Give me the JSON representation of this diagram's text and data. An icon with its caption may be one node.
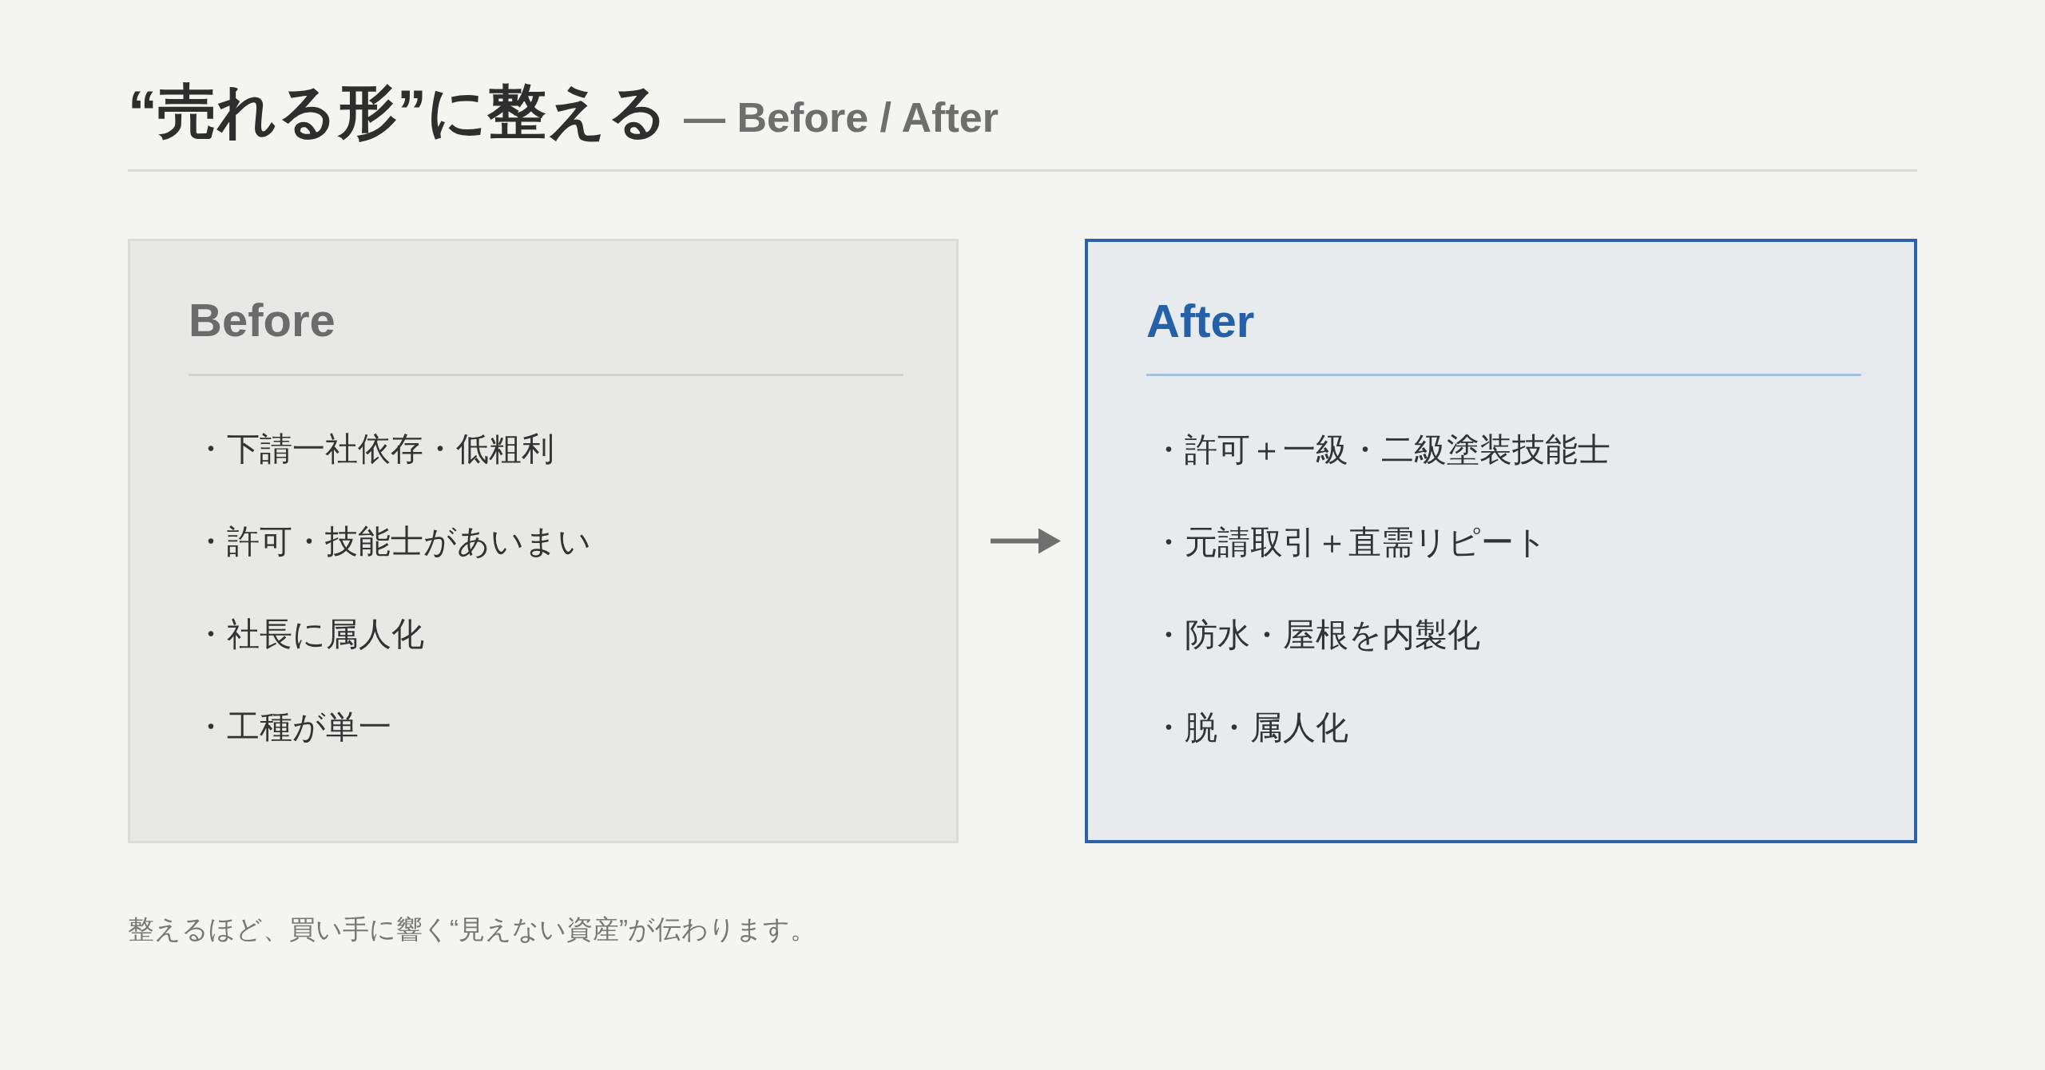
{
  "diagram": {
    "title": "“売れる形”に整える",
    "caption": "整えるほど、買い手に響く“見えない資産”が伝わります。",
    "nodes": [
      {
        "text": [
          "Before",
          "・下請一社依存・低粗利",
          "・許可・技能士があいまい",
          "・社長に属人化",
          "・工種が単一"
        ]
      },
      {
        "text": [
          "After",
          "・許可＋一級・二級塗装技能士",
          "・元請取引＋直需リピート",
          "・防水・屋根を内製化",
          "・脱・属人化"
        ]
      }
    ],
    "edges": [
      {
        "from": 0,
        "to": 1,
        "arrow": "to"
      }
    ],
    "labels": [
      "— Before / After"
    ]
  }
}
